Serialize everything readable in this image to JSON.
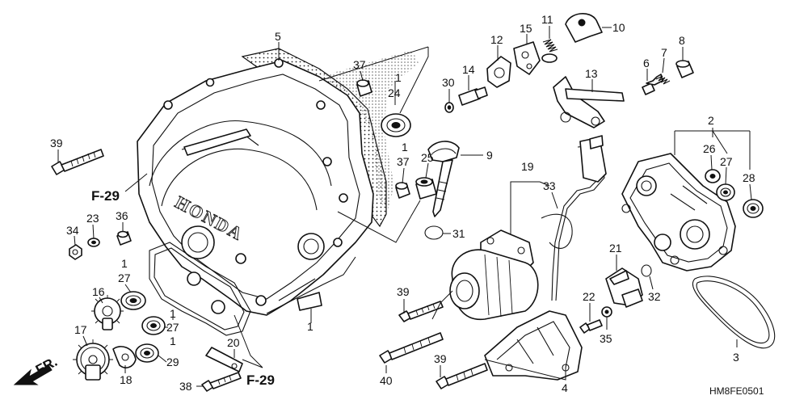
{
  "diagram": {
    "drawing_code": "HM8FE0501",
    "direction_label": "FR.",
    "brand_text": "HONDA",
    "page_refs": [
      "F-29",
      "F-29"
    ],
    "callouts": [
      "1",
      "1",
      "1",
      "1",
      "1",
      "1",
      "2",
      "3",
      "4",
      "5",
      "6",
      "7",
      "8",
      "9",
      "10",
      "11",
      "12",
      "13",
      "14",
      "15",
      "16",
      "17",
      "18",
      "19",
      "20",
      "21",
      "22",
      "23",
      "24",
      "25",
      "26",
      "27",
      "27",
      "27",
      "28",
      "29",
      "30",
      "31",
      "32",
      "33",
      "34",
      "35",
      "36",
      "37",
      "37",
      "38",
      "39",
      "39",
      "39",
      "40"
    ]
  }
}
